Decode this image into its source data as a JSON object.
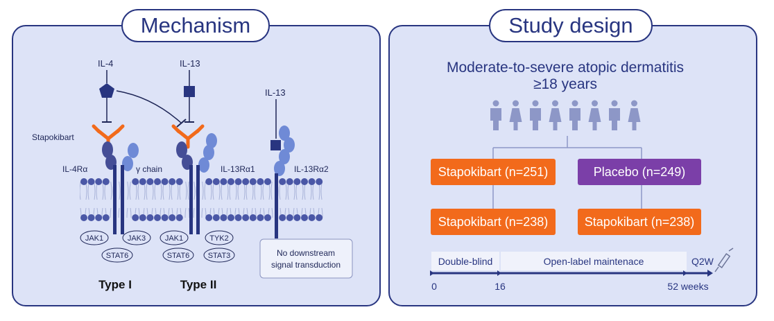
{
  "mechanism": {
    "title": "Mechanism",
    "ligands": {
      "il4": "IL-4",
      "il13_type2": "IL-13",
      "il13_decoy": "IL-13"
    },
    "drug_label": "Stapokibart",
    "receptors": {
      "il4ra": "IL-4Rα",
      "gamma_chain": "γ chain",
      "il13ra1": "IL-13Rα1",
      "il13ra2": "IL-13Rα2"
    },
    "kinases": {
      "jak1_type1": "JAK1",
      "jak3": "JAK3",
      "jak1_type2": "JAK1",
      "tyk2": "TYK2"
    },
    "stats": {
      "stat6_type1": "STAT6",
      "stat6_type2": "STAT6",
      "stat3": "STAT3"
    },
    "types": {
      "type1": "Type I",
      "type2": "Type II"
    },
    "no_signal_line1": "No downstream",
    "no_signal_line2": "signal transduction"
  },
  "study": {
    "title": "Study design",
    "population_line1": "Moderate-to-severe atopic dermatitis",
    "population_line2": "≥18 years",
    "arms_randomized": [
      {
        "label": "Stapokibart (n=251)",
        "color": "#f26a1b"
      },
      {
        "label": "Placebo (n=249)",
        "color": "#7b3fa8"
      }
    ],
    "arms_maintenance": [
      {
        "label": "Stapokibart (n=238)",
        "color": "#f26a1b"
      },
      {
        "label": "Stapokibart (n=238)",
        "color": "#f26a1b"
      }
    ],
    "timeline": {
      "phase1": "Double-blind",
      "phase2": "Open-label maintenace",
      "dosing": "Q2W",
      "ticks": [
        "0",
        "16",
        "52 weeks"
      ]
    }
  },
  "colors": {
    "navy": "#283580",
    "panel_bg": "#dde3f7",
    "orange": "#f26a1b",
    "purple": "#7b3fa8",
    "receptor_dark": "#454e96",
    "receptor_light": "#6f8ad6",
    "membrane": "#4a57a6"
  }
}
